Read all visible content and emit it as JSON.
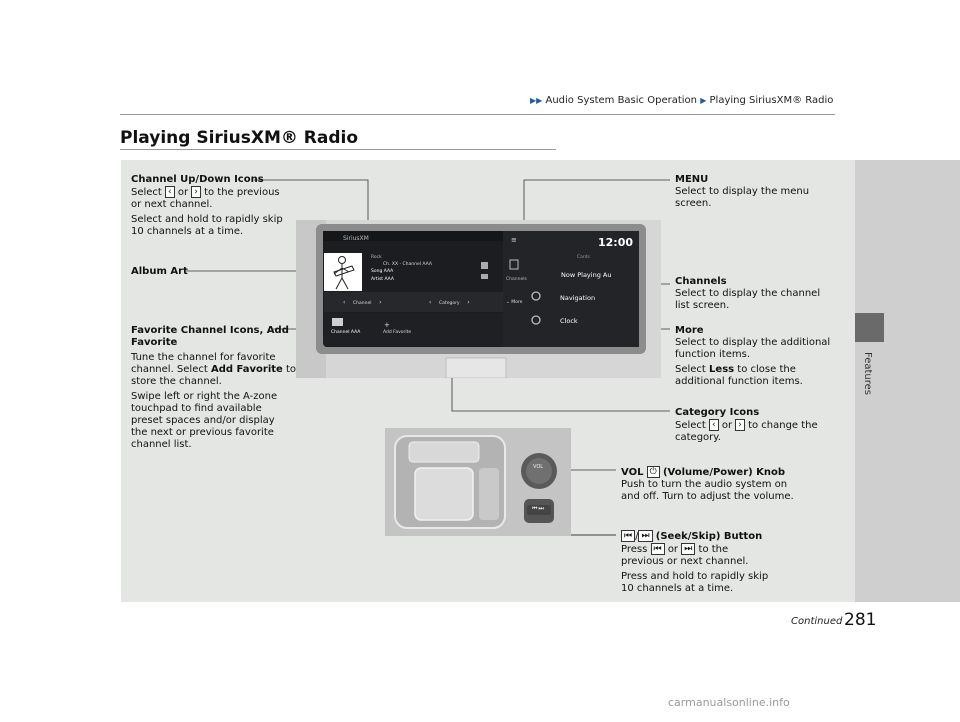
{
  "breadcrumb": {
    "parent": "Audio System Basic Operation",
    "current": "Playing SiriusXM® Radio"
  },
  "page": {
    "title": "Playing SiriusXM® Radio",
    "section_tab": "Features",
    "continued": "Continued",
    "number": "281"
  },
  "screen": {
    "brand": "SiriusXM",
    "time": "12:00",
    "genre": "Rock",
    "channel_line": "Ch. XX - Channel AAA",
    "song": "Song AAA",
    "artist": "Artist AAA",
    "channels_label": "Channels",
    "cards_label": "Cards",
    "now_playing": "Now Playing Au",
    "navigation": "Navigation",
    "clock": "Clock",
    "channel_btn": "Channel",
    "category_btn": "Category",
    "more_btn": "More",
    "fav_channel": "Channel AAA",
    "add_favorite": "Add Favorite",
    "vol_knob": "VOL"
  },
  "callouts": {
    "channel_updown": {
      "title": "Channel Up/Down Icons",
      "line1_a": "Select",
      "line1_or": "or",
      "line1_b": "to the previous",
      "line2": "or next channel.",
      "line3": "Select and hold to rapidly skip",
      "line4": "10 channels at a time."
    },
    "album_art": {
      "title": "Album Art"
    },
    "favorite": {
      "title1": "Favorite Channel Icons, Add",
      "title2": "Favorite",
      "l1": "Tune the channel for favorite",
      "l2a": "channel. Select",
      "l2b": "Add Favorite",
      "l2c": "to",
      "l3": "store the channel.",
      "l4": "Swipe left or right the A-zone",
      "l5": "touchpad to find available",
      "l6": "preset spaces and/or display",
      "l7": "the next or previous favorite",
      "l8": "channel list."
    },
    "menu": {
      "title": "MENU",
      "l1": "Select to display the menu",
      "l2": "screen."
    },
    "channels": {
      "title": "Channels",
      "l1": "Select to display the channel",
      "l2": "list screen."
    },
    "more": {
      "title": "More",
      "l1": "Select to display the additional",
      "l2": "function items.",
      "l3a": "Select",
      "l3b": "Less",
      "l3c": "to close the",
      "l4": "additional function items."
    },
    "category": {
      "title": "Category Icons",
      "l1a": "Select",
      "l1or": "or",
      "l1b": "to change the",
      "l2": "category."
    },
    "vol": {
      "title": "VOL",
      "title2": "(Volume/Power) Knob",
      "l1": "Push to turn the audio system on",
      "l2": "and off. Turn to adjust the volume."
    },
    "seek": {
      "title2": "(Seek/Skip) Button",
      "l1a": "Press",
      "l1or": "or",
      "l1b": "to the",
      "l2": "previous or next channel.",
      "l3": "Press and hold to rapidly skip",
      "l4": "10 channels at a time."
    }
  },
  "watermark": "carmanualsonline.info"
}
